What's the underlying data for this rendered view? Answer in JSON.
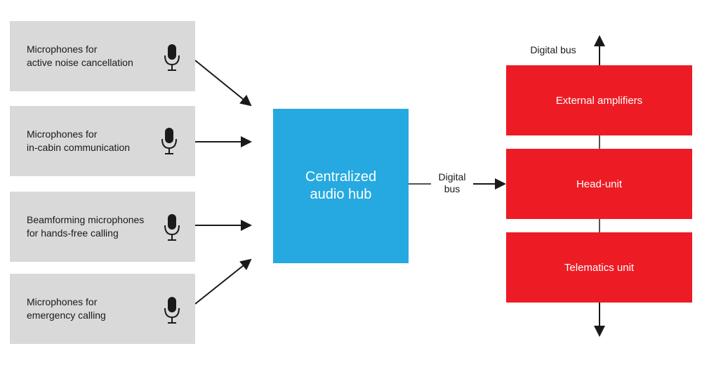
{
  "inputs": [
    {
      "label": "Microphones for\nactive noise cancellation",
      "icon": "microphone-icon"
    },
    {
      "label": "Microphones for\nin-cabin communication",
      "icon": "microphone-icon"
    },
    {
      "label": "Beamforming microphones\nfor hands-free calling",
      "icon": "microphone-icon"
    },
    {
      "label": "Microphones for\nemergency calling",
      "icon": "microphone-icon"
    }
  ],
  "hub": {
    "label": "Centralized\naudio hub"
  },
  "bus_label": "Digital\nbus",
  "top_bus_label": "Digital bus",
  "outputs": [
    {
      "label": "External amplifiers"
    },
    {
      "label": "Head-unit"
    },
    {
      "label": "Telematics unit"
    }
  ],
  "colors": {
    "input_box": "#d9d9d9",
    "hub": "#26a9e0",
    "output_box": "#ed1c24",
    "arrow": "#1a1a1a"
  }
}
